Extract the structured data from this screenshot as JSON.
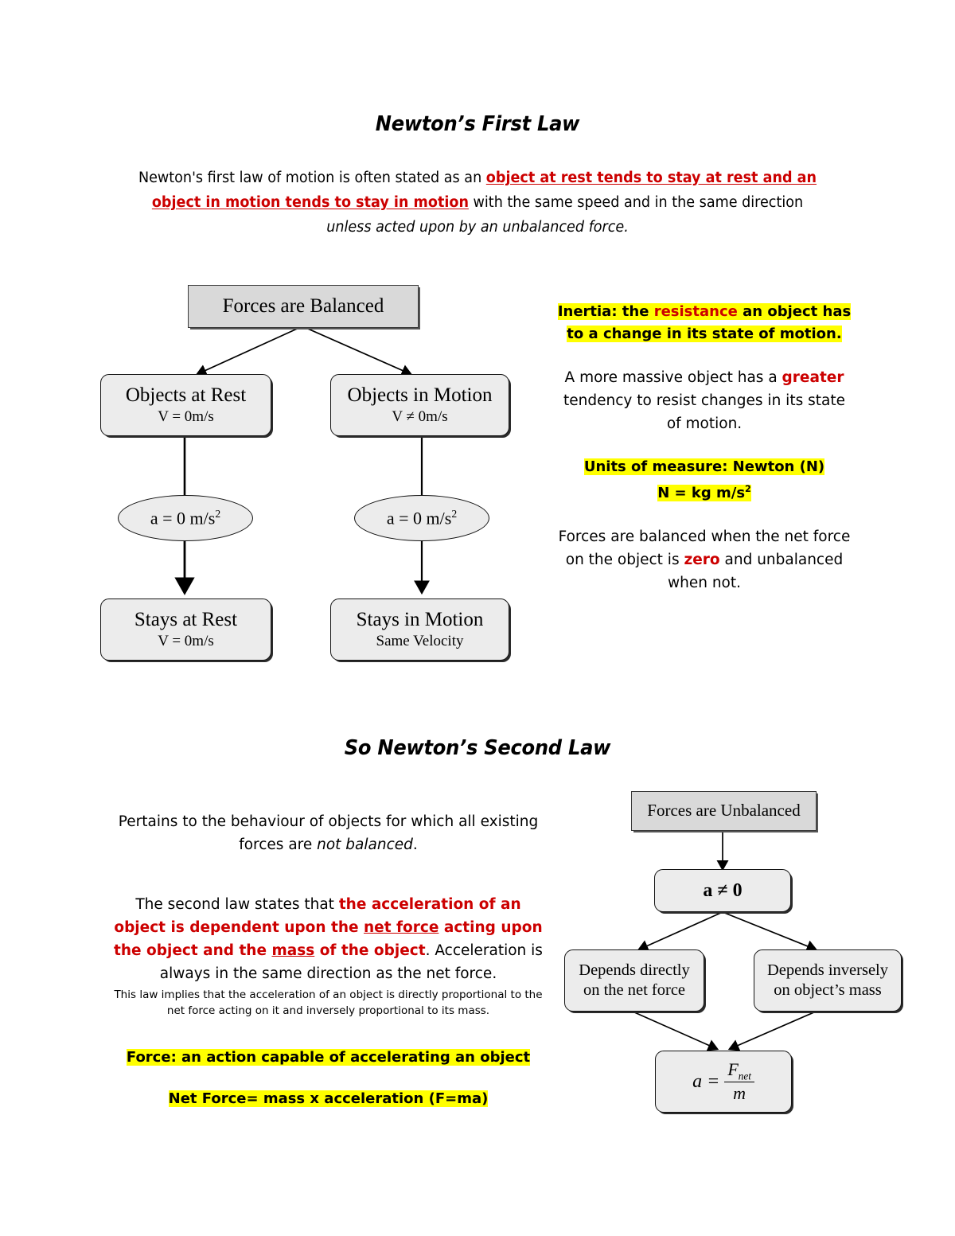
{
  "document": {
    "first_law": {
      "title": "Newton’s First Law",
      "intro": {
        "part1": "Newton's first law of motion is often stated as an ",
        "highlight": "object at rest tends to stay at rest and an object in motion tends to stay in motion",
        "part2": " with the same speed and in the same direction ",
        "italic_tail": "unless acted upon by an unbalanced force."
      },
      "flowchart": {
        "root": "Forces are Balanced",
        "left_branch": {
          "title": "Objects at Rest",
          "sub": "V = 0m/s"
        },
        "right_branch": {
          "title": "Objects in Motion",
          "sub": "V ≠ 0m/s"
        },
        "left_oval": "a = 0 m/s",
        "left_oval_exp": "2",
        "right_oval": "a = 0 m/s",
        "right_oval_exp": "2",
        "left_result": {
          "title": "Stays at Rest",
          "sub": "V = 0m/s"
        },
        "right_result": {
          "title": "Stays in Motion",
          "sub": "Same Velocity"
        }
      },
      "notes": {
        "inertia": {
          "lead": "Inertia: the ",
          "red": "resistance",
          "tail": " an object has to a change in its state of motion."
        },
        "massive": {
          "part1": "A more massive object has a ",
          "red": "greater",
          "part2": " tendency to resist changes in its state of motion."
        },
        "units": {
          "line1": "Units of measure: Newton (N)",
          "line2": "N = kg m/s",
          "line2_exp": "2"
        },
        "balanced": {
          "part1": "Forces are balanced when the net force on the object is ",
          "red": "zero",
          "part2": " and unbalanced when not."
        }
      }
    },
    "second_law": {
      "title": "So Newton’s Second Law",
      "pertains": {
        "part1": "Pertains to the behaviour of objects for which all existing forces are ",
        "italic": "not balanced",
        "part2": "."
      },
      "states": {
        "part1": "The second law states that ",
        "red1": "the acceleration of an object is dependent upon the ",
        "red_ul1": "net force",
        "red2": " acting upon the object and the ",
        "red_ul2": "mass",
        "red3": " of the object",
        "part2": ". Acceleration is always in the same direction as the net force."
      },
      "implies": "This law implies that the acceleration of an object is directly proportional to the net force acting on it and inversely proportional to its mass.",
      "force_def": "Force: an action capable of accelerating an object",
      "net_force_def": "Net Force= mass x acceleration (F=ma)",
      "flowchart": {
        "root": "Forces are Unbalanced",
        "accel": "a ≠ 0",
        "left_branch": {
          "line1": "Depends directly",
          "line2": "on the net force"
        },
        "right_branch": {
          "line1": "Depends inversely",
          "line2": "on object’s mass"
        },
        "result": {
          "lhs": "a =",
          "numerator": "F",
          "numerator_sub": "net",
          "denominator": "m"
        }
      }
    }
  },
  "colors": {
    "red": "#cc0000",
    "highlight": "#ffff00",
    "node_fill": "#ececec",
    "root_fill": "#d9d9d9",
    "text": "#000000"
  }
}
